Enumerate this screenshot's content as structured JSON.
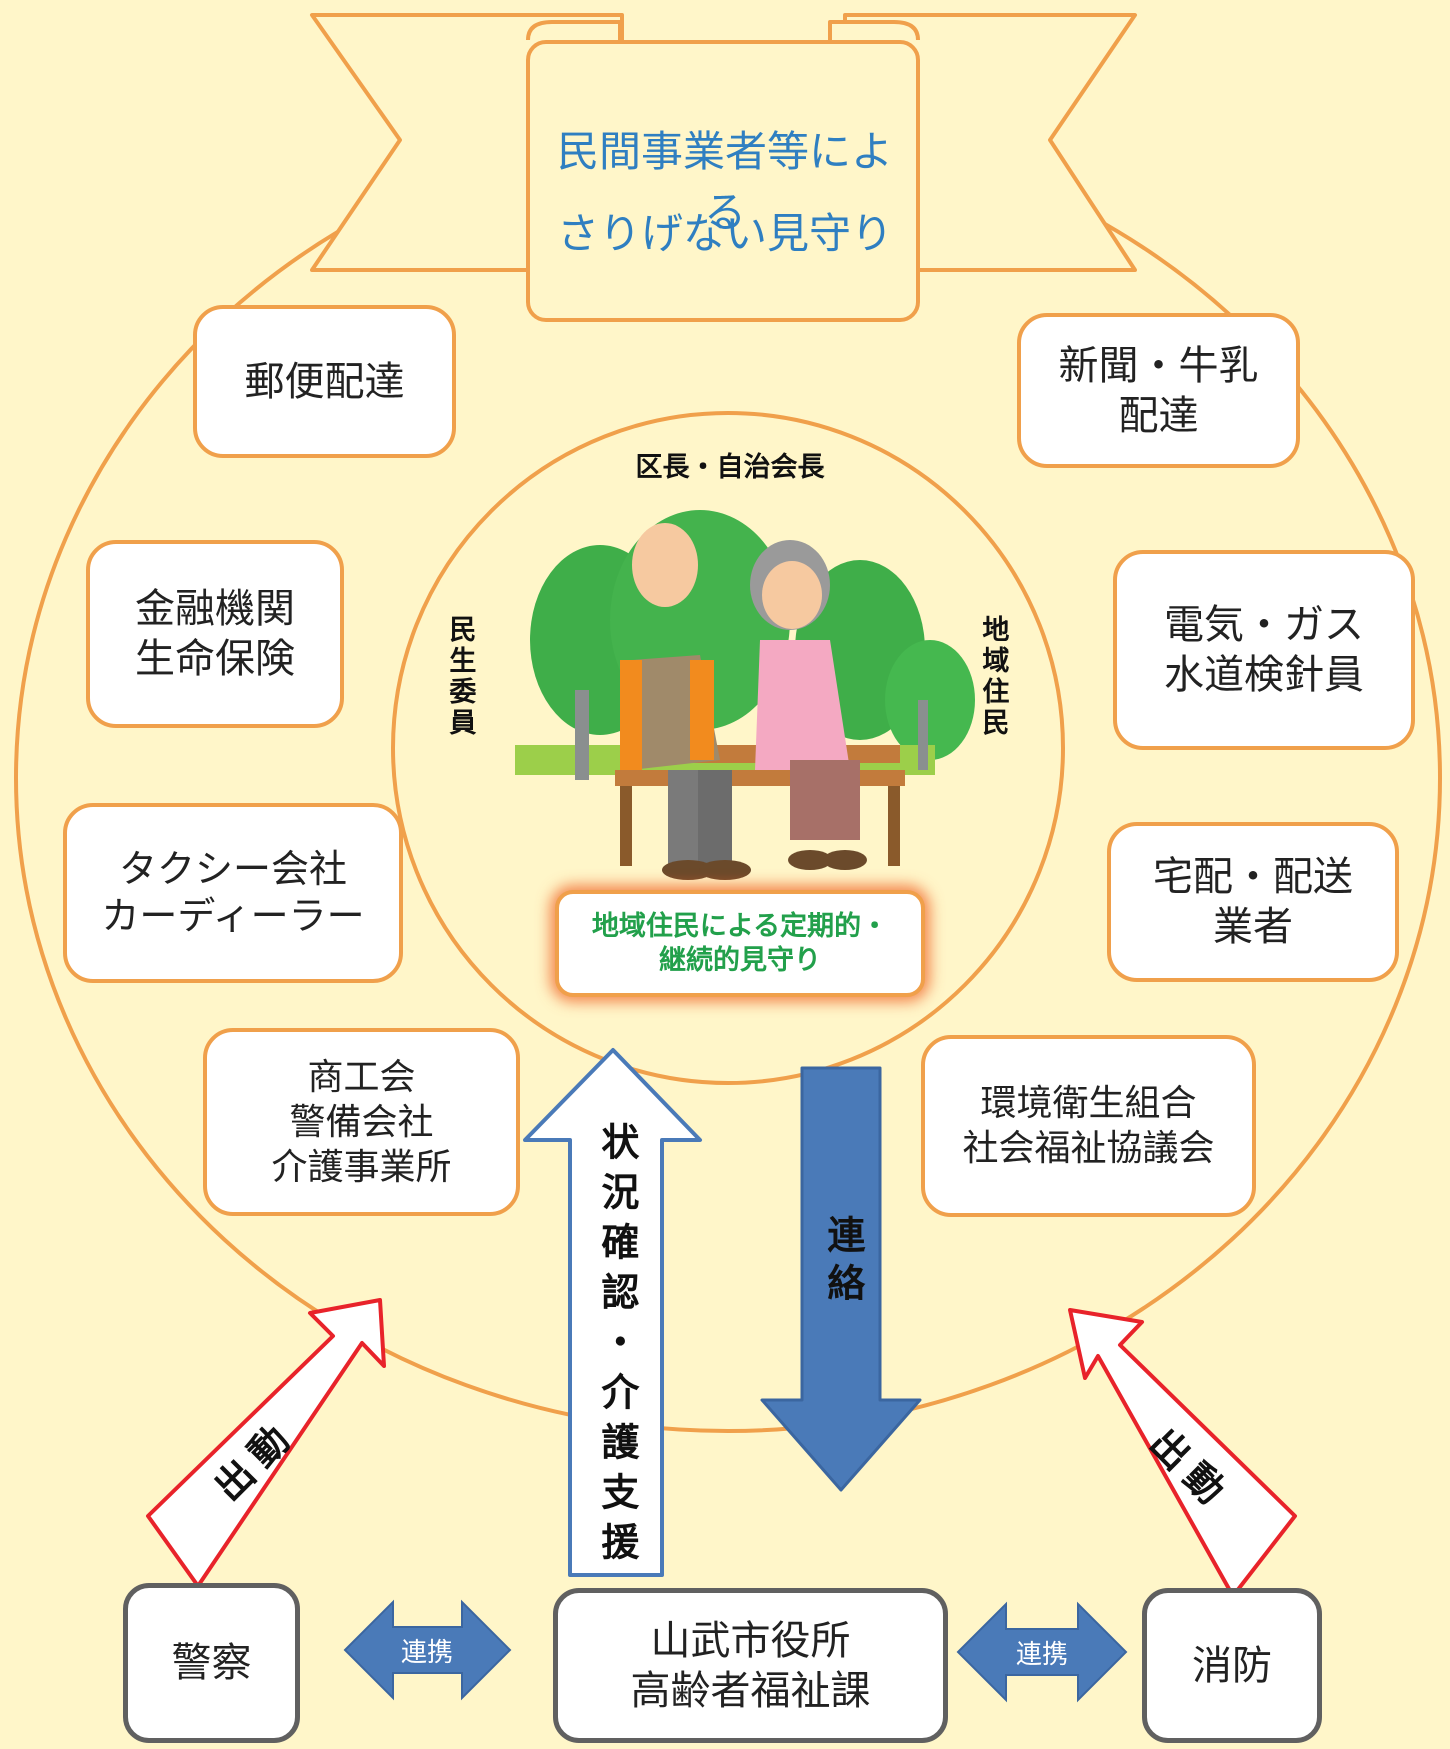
{
  "banner": {
    "line1": "民間事業者等による",
    "line2": "さりげない見守り",
    "color": "#2f7fc1"
  },
  "outer_boxes": {
    "yubin": "郵便配達",
    "shinbun": "新聞・牛乳\n配達",
    "kinyu": "金融機関\n生命保険",
    "denki": "電気・ガス\n水道検針員",
    "taxi": "タクシー会社\nカーディーラー",
    "takuhai": "宅配・配送\n業者",
    "shokokai": "商工会\n警備会社\n介護事業所",
    "kankyo": "環境衛生組合\n社会福祉協議会"
  },
  "inner_circle": {
    "top_label": "区長・自治会長",
    "left_label": "民生委員",
    "right_label": "地域住民",
    "center_box": "地域住民による定期的・\n継続的見守り",
    "center_box_color": "#22a04b",
    "illustration": "elderly-couple-on-bench"
  },
  "arrows": {
    "up_label": "状況確認・介護支援",
    "down_label": "連絡",
    "left_red_label": "出動",
    "right_red_label": "出動",
    "link_left": "連携",
    "link_right": "連携"
  },
  "bottom_boxes": {
    "police": "警察",
    "city_hall": "山武市役所\n高齢者福祉課",
    "fire": "消防"
  },
  "colors": {
    "background": "#fff6c9",
    "orange_outline": "#f0a04b",
    "blue_arrow": "#4a7ab8",
    "red_outline": "#e8232a",
    "dark_outline": "#606060"
  }
}
